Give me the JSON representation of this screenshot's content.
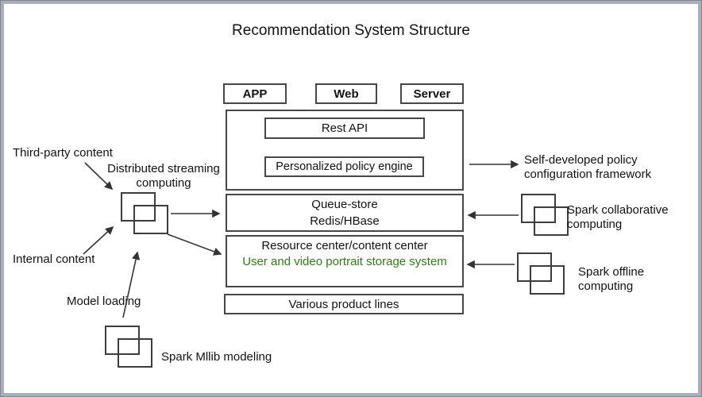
{
  "title": "Recommendation System Structure",
  "colors": {
    "accent_green": "#2e7d12",
    "box_border": "#474747",
    "icon_border": "#3d3d3d",
    "arrow": "#333333",
    "frame": "#aab0bb"
  },
  "client_boxes": [
    {
      "label": "APP"
    },
    {
      "label": "Web"
    },
    {
      "label": "Server"
    }
  ],
  "engine_box": {
    "rest_api": "Rest API",
    "policy_engine": "Personalized policy engine"
  },
  "queue_box": {
    "title": "Queue-store",
    "subtitle": "Redis/HBase"
  },
  "resource_box": {
    "title": "Resource center/content center",
    "subtitle": "User and video portrait storage system"
  },
  "product_box": {
    "label": "Various product lines"
  },
  "left_labels": {
    "third_party": "Third-party content",
    "distributed": "Distributed streaming computing",
    "internal": "Internal content",
    "model_loading": "Model loading",
    "spark_mllib": "Spark Mllib modeling"
  },
  "right_labels": {
    "self_developed": "Self-developed policy configuration framework",
    "spark_collaborative": "Spark collaborative computing",
    "spark_offline": "Spark offline computing"
  },
  "icons": {
    "stream_compute": "overlapping-rectangles",
    "spark_mllib": "overlapping-rectangles",
    "spark_collaborative": "overlapping-rectangles",
    "spark_offline": "overlapping-rectangles"
  }
}
